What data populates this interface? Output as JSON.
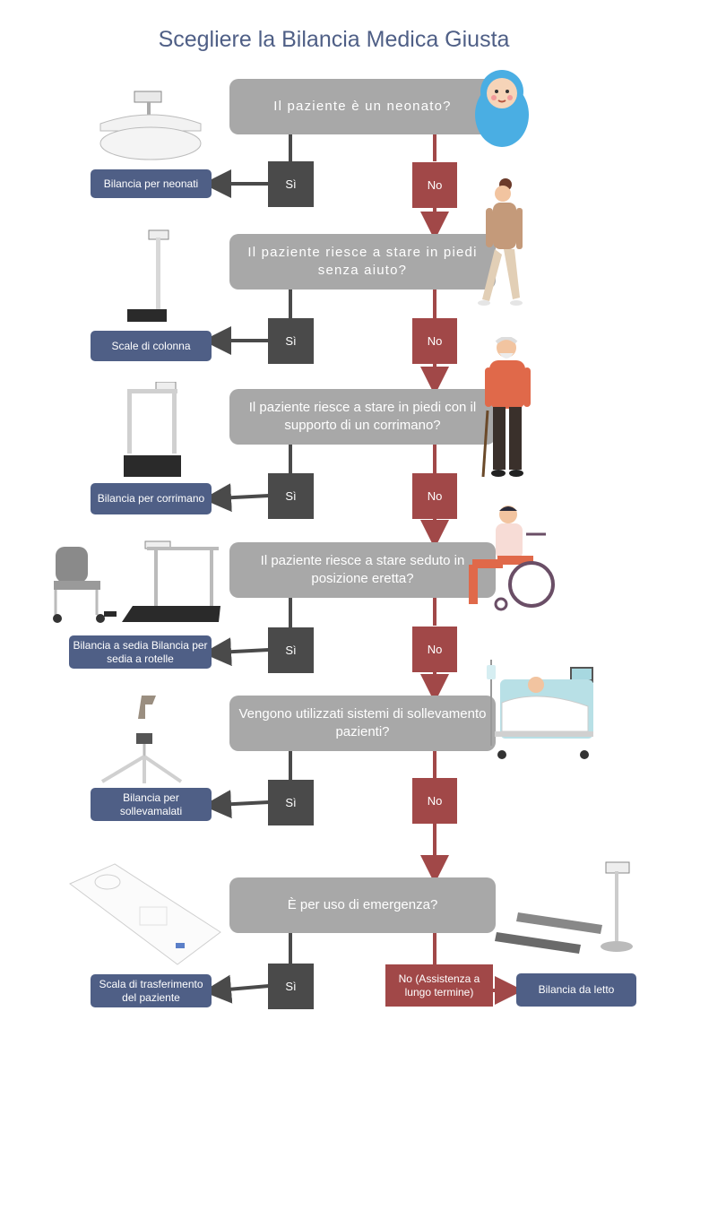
{
  "title": "Scegliere la Bilancia Medica Giusta",
  "questions": [
    "Il paziente è un neonato?",
    "Il paziente riesce a stare in piedi senza aiuto?",
    "Il paziente riesce a stare in piedi con il supporto di un corrimano?",
    "Il paziente riesce a stare seduto in posizione eretta?",
    "Vengono utilizzati sistemi di sollevamento pazienti?",
    "È per uso di emergenza?"
  ],
  "yes_label": "Sì",
  "no_label": "No",
  "no_final_label": "No (Assistenza a lungo termine)",
  "results": [
    "Bilancia per neonati",
    "Scale di colonna",
    "Bilancia per corrimano",
    "Bilancia a sedia Bilancia per sedia a rotelle",
    "Bilancia per sollevamalati",
    "Scala di trasferimento del paziente"
  ],
  "final_result": "Bilancia da letto",
  "colors": {
    "title": "#4f5f86",
    "question_box": "#a8a8a8",
    "yes": "#4a4a4a",
    "no": "#a14848",
    "result": "#4f5f86"
  },
  "icons": [
    "baby-icon",
    "woman-standing-icon",
    "elderly-man-cane-icon",
    "wheelchair-person-icon",
    "hospital-bed-patient-icon",
    "baby-scale-icon",
    "column-scale-icon",
    "handrail-scale-icon",
    "chair-scale-icon",
    "wheelchair-scale-icon",
    "lift-scale-icon",
    "transfer-board-icon",
    "bed-scale-icon"
  ]
}
